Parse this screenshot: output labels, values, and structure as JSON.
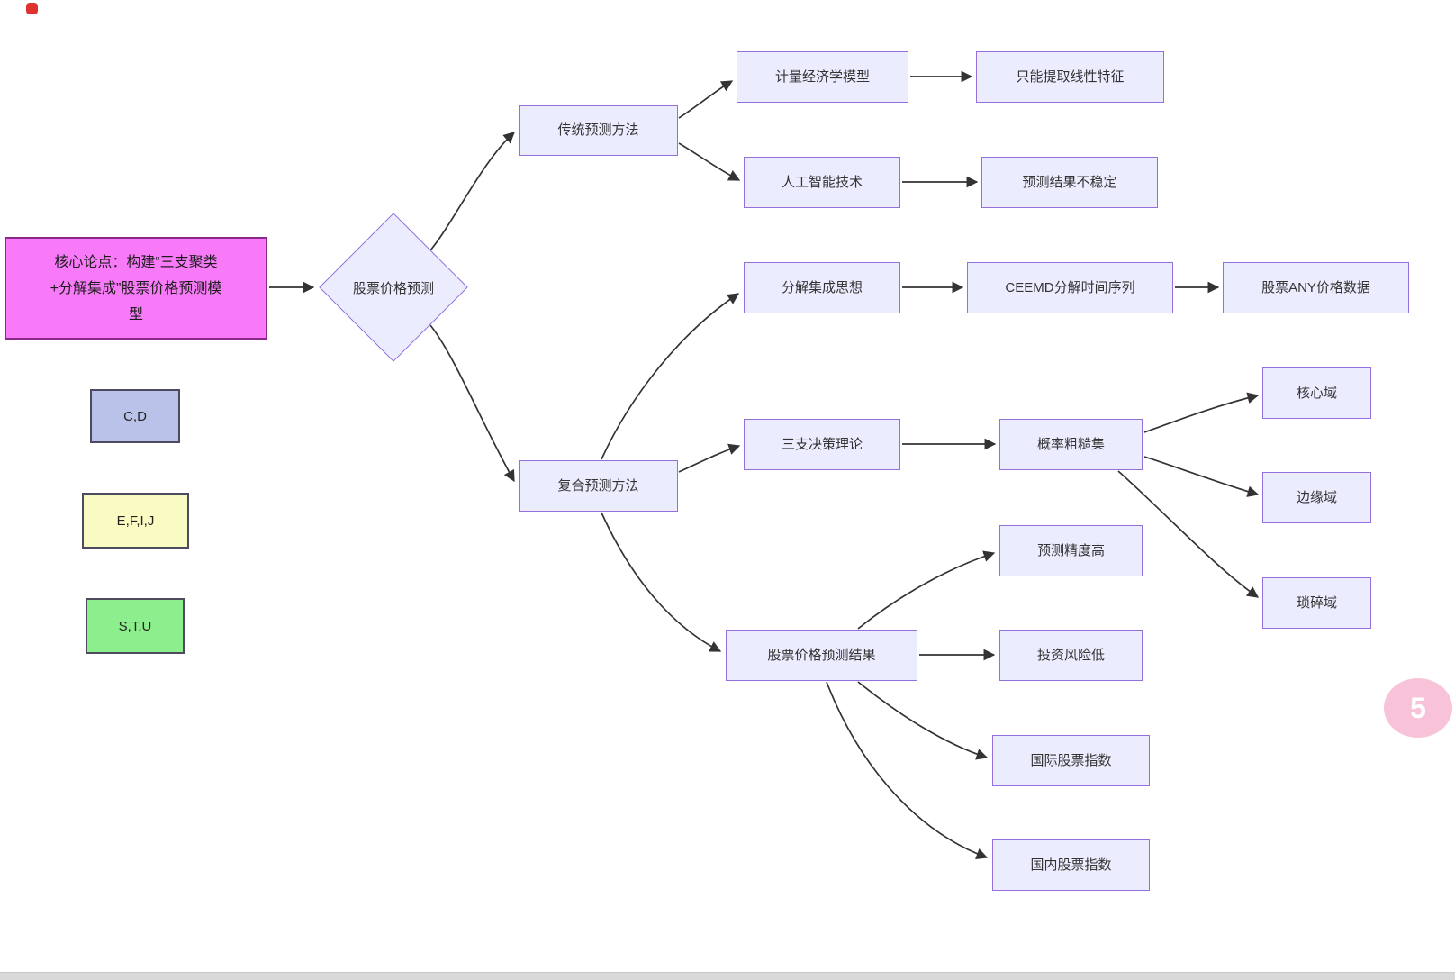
{
  "nodes": {
    "root": "核心论点：构建“三支聚类\n+分解集成”股票价格预测模\n型",
    "decision": "股票价格预测",
    "traditional": "传统预测方法",
    "econometric": "计量经济学模型",
    "linear_only": "只能提取线性特征",
    "ai": "人工智能技术",
    "unstable": "预测结果不稳定",
    "composite": "复合预测方法",
    "decomposition": "分解集成思想",
    "ceemd": "CEEMD分解时间序列",
    "any_price": "股票ANY价格数据",
    "three_way": "三支决策理论",
    "rough_set": "概率粗糙集",
    "core_region": "核心域",
    "boundary_region": "边缘域",
    "trivial_region": "琐碎域",
    "result": "股票价格预测结果",
    "high_accuracy": "预测精度高",
    "low_risk": "投资风险低",
    "intl_index": "国际股票指数",
    "domestic_index": "国内股票指数"
  },
  "legend": {
    "items": [
      {
        "label": "C,D",
        "color": "#b9c3ea"
      },
      {
        "label": "E,F,I,J",
        "color": "#fafac3"
      },
      {
        "label": "S,T,U",
        "color": "#8dee8d"
      }
    ]
  },
  "badge": {
    "label": "5",
    "color": "#f8c3d9"
  },
  "colors": {
    "node_fill": "#ececff",
    "node_border": "#9370db",
    "root_fill": "#f97af9",
    "root_border": "#8c2a8c",
    "edge": "#333333",
    "indicator_red": "#e03131"
  }
}
